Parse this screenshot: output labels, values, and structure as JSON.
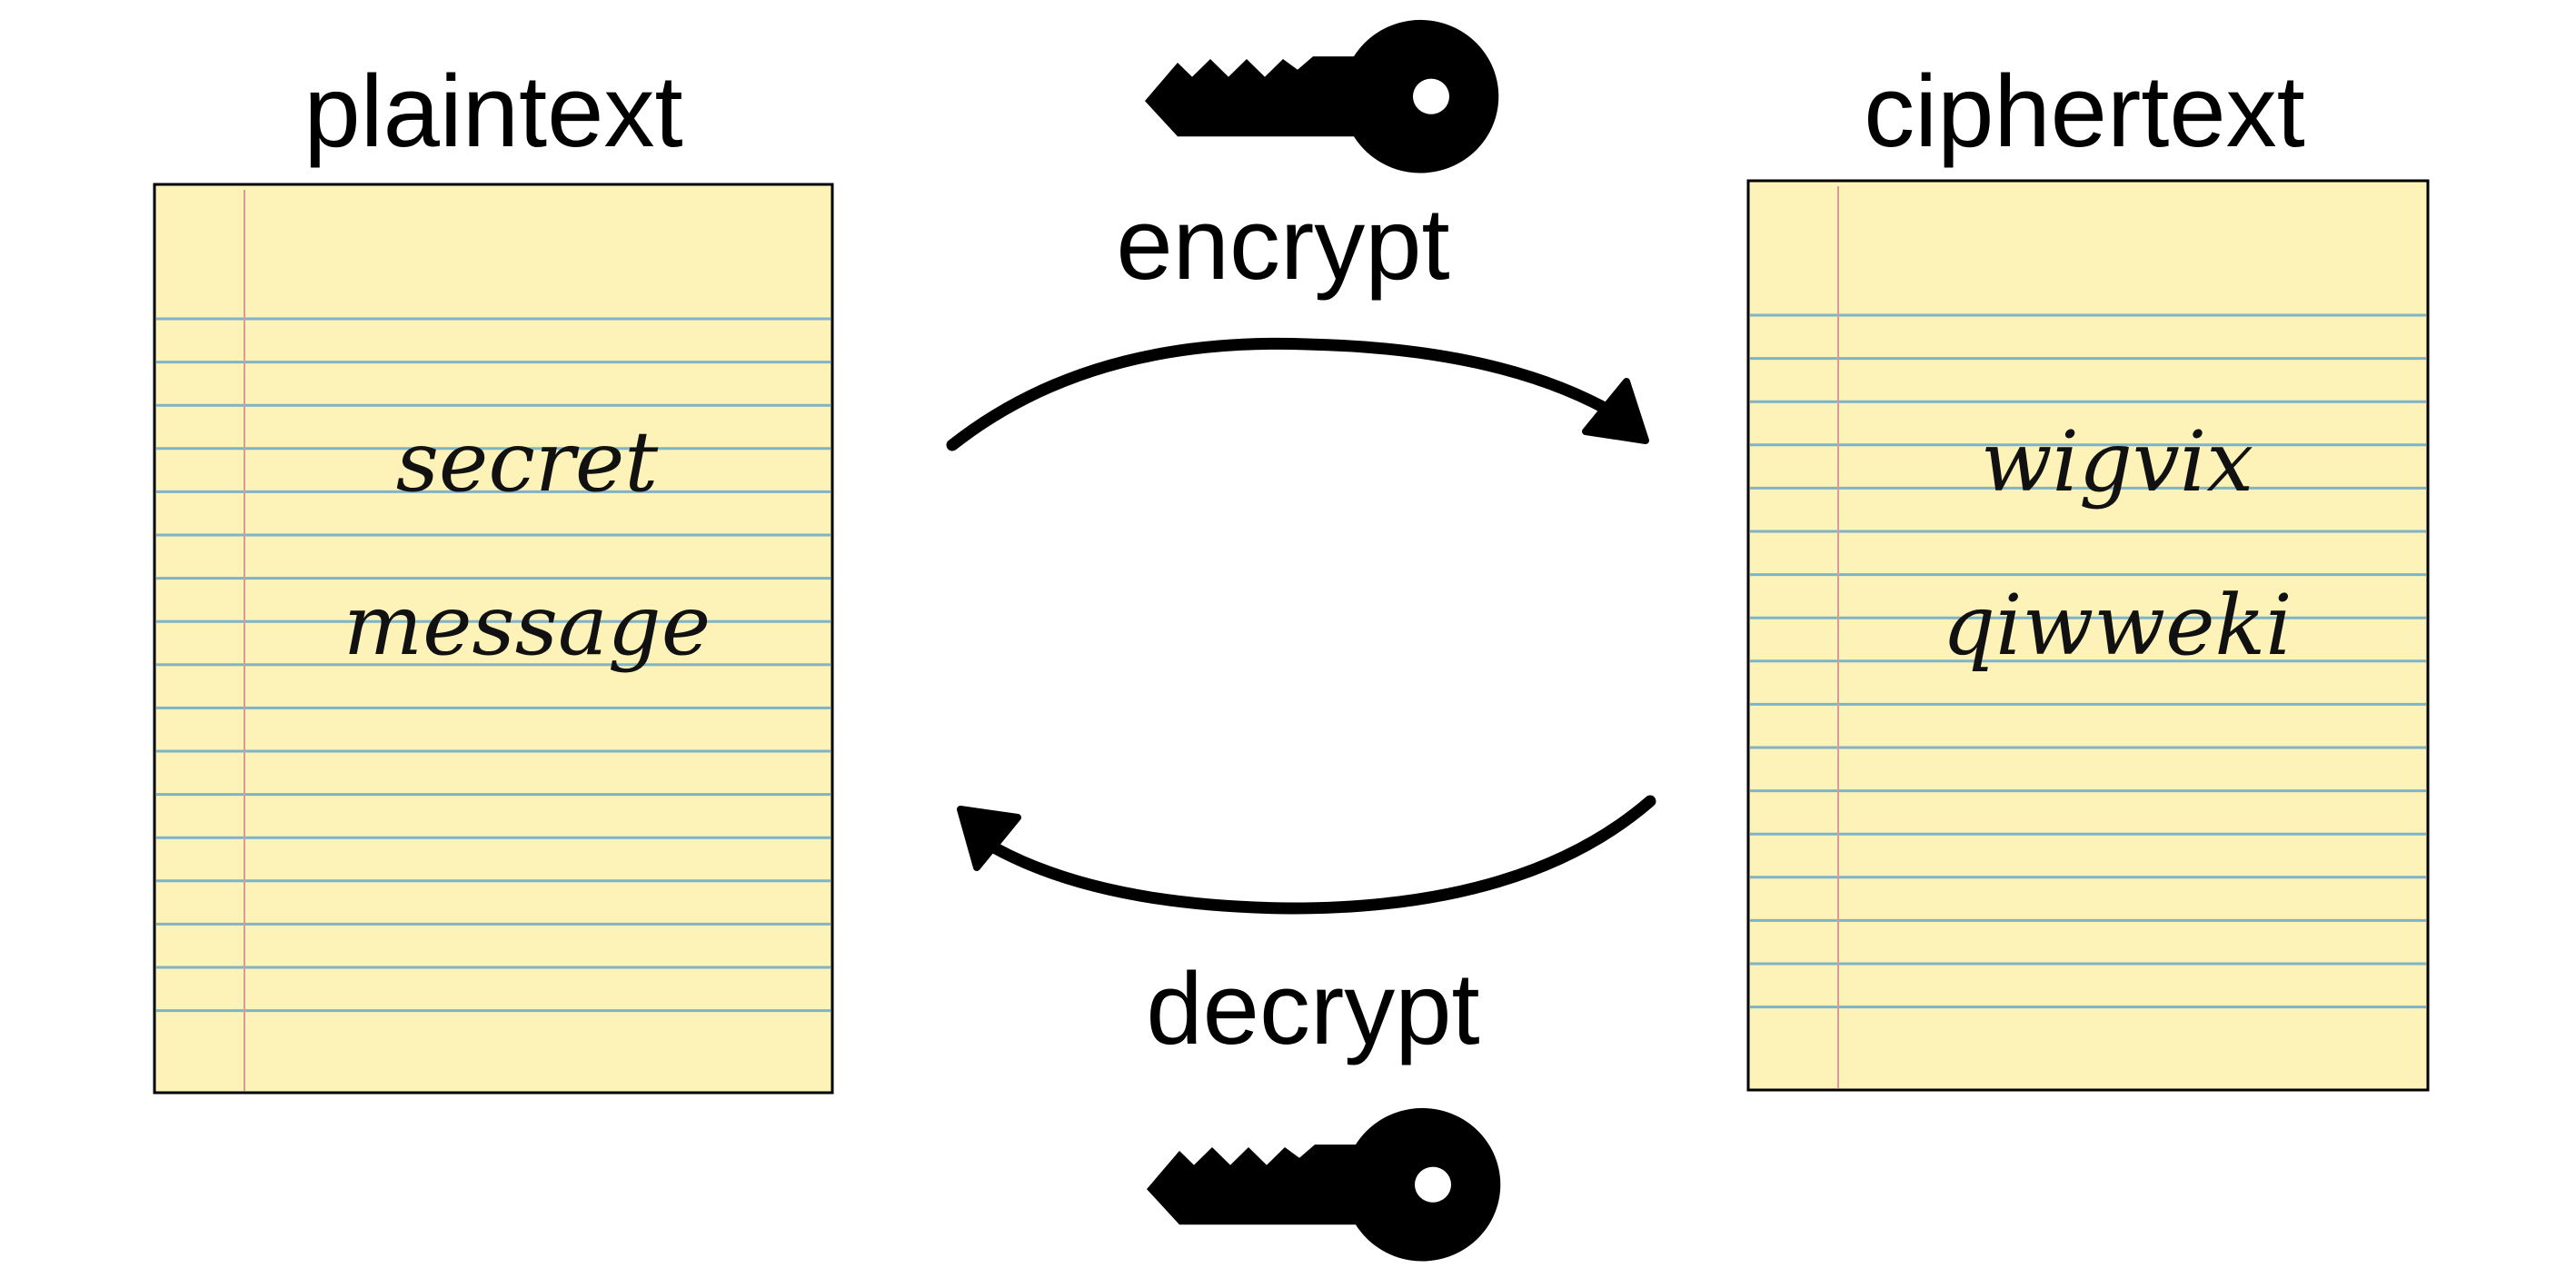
{
  "plaintext": {
    "title": "plaintext",
    "lines": [
      "secret",
      "message"
    ]
  },
  "ciphertext": {
    "title": "ciphertext",
    "lines": [
      "wigvix",
      "qiwweki"
    ]
  },
  "encrypt": {
    "label": "encrypt",
    "icon": "key-icon"
  },
  "decrypt": {
    "label": "decrypt",
    "icon": "key-icon"
  },
  "colors": {
    "paper": "#fdf2b8",
    "rule": "#7fb3c8",
    "margin": "#d99a9a",
    "ink": "#000000"
  }
}
